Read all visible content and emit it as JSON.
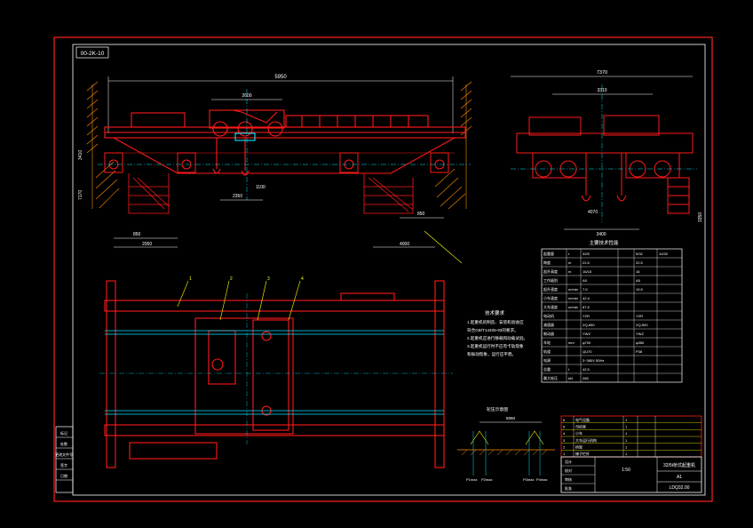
{
  "title_stamp": "00-2K-10",
  "main_view": {
    "dim_span": "5950",
    "dim_trolley_gauge": "2600",
    "dim_bottom_left_a": "850",
    "dim_bottom_left_b": "2050",
    "dim_bottom_left_c": "2350",
    "dim_bottom_right_a": "850",
    "dim_bottom_right_b": "4000",
    "dim_hook": "1100",
    "dim_left_h1": "3410",
    "dim_left_h2": "7170"
  },
  "side_view": {
    "dim_overall": "7370",
    "dim_wheelbase": "4070",
    "dim_top": "3310",
    "dim_bottom": "3400",
    "dim_right_h": "3350"
  },
  "plan_view": {
    "leaders": [
      "1",
      "2",
      "3",
      "4"
    ]
  },
  "tech_requirements": {
    "title": "技术要求",
    "lines": [
      "1.起重机的制造、安装和验收应",
      "  符合GB/T14405-93的要求。",
      "2.起重机应进行静载和动载试验。",
      "3.起重机运行时不应有卡轨现象",
      "  和振动现象，运行应平稳。"
    ]
  },
  "spec_table": {
    "title": "主要技术性能",
    "rows": [
      [
        "起重量",
        "t",
        "32/5",
        "",
        "5/32",
        "10/32"
      ],
      [
        "跨度",
        "m",
        "22.5",
        "",
        "22.5",
        ""
      ],
      [
        "起升高度",
        "m",
        "16/18",
        "",
        "16",
        ""
      ],
      [
        "工作级别",
        "",
        "A5",
        "",
        "A5",
        ""
      ],
      [
        "起升速度",
        "m/min",
        "7.5",
        "",
        "19.5",
        ""
      ],
      [
        "小车速度",
        "m/min",
        "42.4",
        "",
        "",
        ""
      ],
      [
        "大车速度",
        "m/min",
        "87.5",
        "",
        "",
        ""
      ],
      [
        "电动机",
        "",
        "YZR",
        "",
        "YZR",
        ""
      ],
      [
        "减速器",
        "",
        "ZQ-650",
        "",
        "ZQ-500",
        ""
      ],
      [
        "制动器",
        "",
        "YWZ",
        "",
        "YWZ",
        ""
      ],
      [
        "车轮",
        "mm",
        "φ700",
        "",
        "φ350",
        ""
      ],
      [
        "轨道",
        "",
        "QU70",
        "",
        "P38",
        ""
      ],
      [
        "电源",
        "",
        "3~380V 50Hz",
        "",
        "",
        ""
      ],
      [
        "总重",
        "t",
        "42.5",
        "",
        "",
        ""
      ],
      [
        "最大轮压",
        "kN",
        "285",
        "",
        "",
        ""
      ]
    ]
  },
  "wheel_diagram": {
    "title": "轮压示意图",
    "dim": "5950",
    "labels": [
      "P1max",
      "P2max",
      "P3max",
      "P4max"
    ]
  },
  "parts_list": {
    "rows": [
      [
        "6",
        "电气设备",
        "1",
        "",
        ""
      ],
      [
        "5",
        "司机室",
        "1",
        "",
        ""
      ],
      [
        "4",
        "小车",
        "1",
        "",
        ""
      ],
      [
        "3",
        "大车运行机构",
        "1",
        "",
        ""
      ],
      [
        "2",
        "桥架",
        "1",
        "",
        ""
      ],
      [
        "1",
        "梯子栏杆",
        "1",
        "",
        ""
      ]
    ]
  },
  "title_block": {
    "name": "32/5t桥式起重机",
    "scale": "1:50",
    "drawing_no": "LDQ32.00",
    "sheet": "A1",
    "lines": [
      "设计",
      "校对",
      "审核",
      "批准"
    ]
  },
  "revision_block": {
    "rows": [
      "标记",
      "处数",
      "更改文件号",
      "签字",
      "日期",
      ""
    ]
  },
  "colors": {
    "background": "#000000",
    "frame": "#ff2020",
    "steel": "#ff1a1a",
    "dimension": "#ffffff",
    "centerline": "#00e5ff",
    "leader": "#ffff00",
    "hatch": "#ff8c00",
    "text": "#ffffff"
  }
}
